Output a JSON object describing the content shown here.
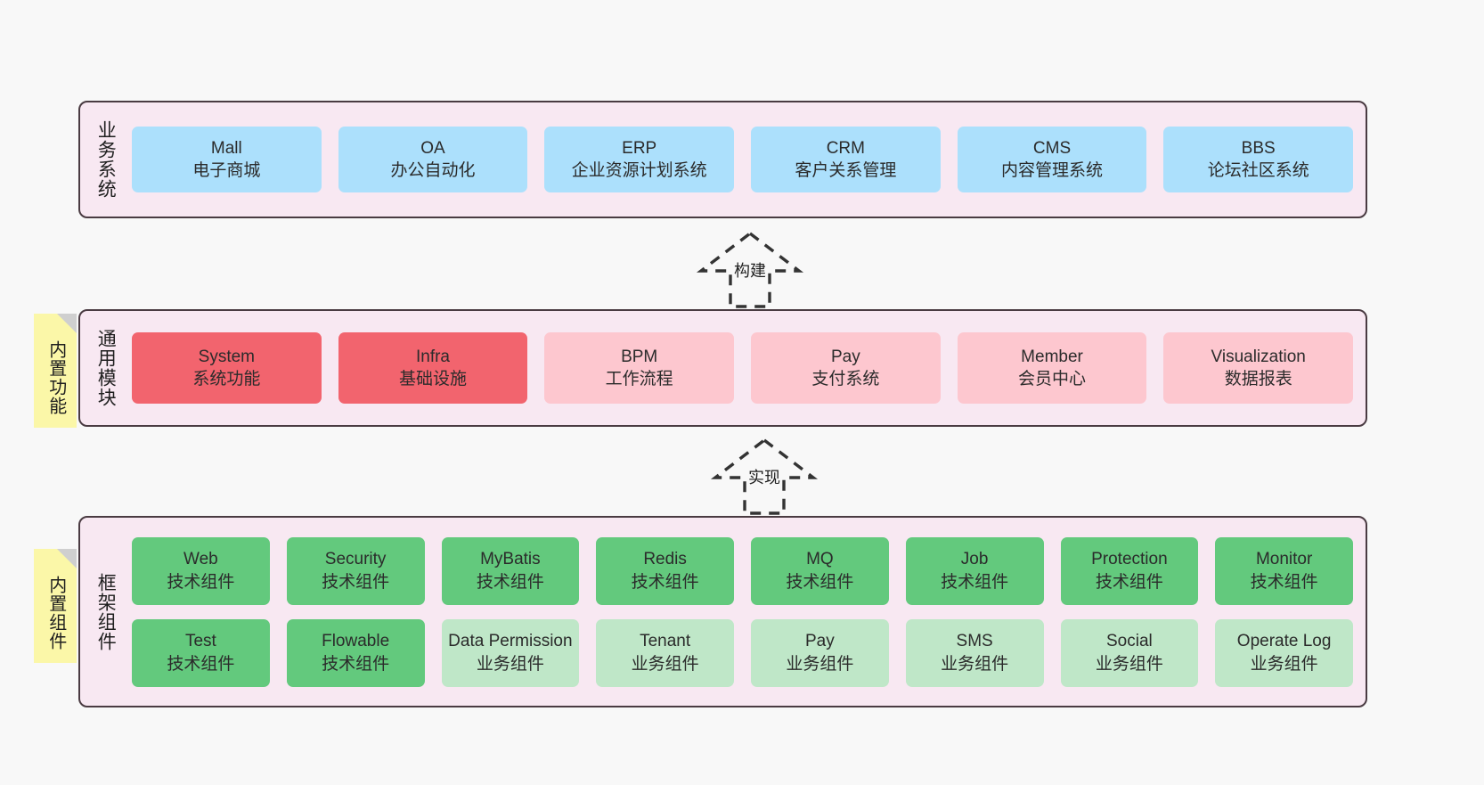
{
  "diagram": {
    "title": "ruoyi-vue-pro architecture layers",
    "background": "#f8f8f8",
    "colors": {
      "container_bg": "#f8e8f2",
      "container_border": "#4a3b42",
      "blue": "#ace0fc",
      "red": "#f2646e",
      "pink": "#fdc7cf",
      "green": "#63c97d",
      "green_light": "#bfe7c8",
      "sticky_yellow": "#fbf7a8",
      "sticky_fold": "#cfcfcf"
    }
  },
  "layers": {
    "business": {
      "title": "业务系统",
      "nodes": [
        {
          "en": "Mall",
          "cn": "电子商城"
        },
        {
          "en": "OA",
          "cn": "办公自动化"
        },
        {
          "en": "ERP",
          "cn": "企业资源计划系统"
        },
        {
          "en": "CRM",
          "cn": "客户关系管理"
        },
        {
          "en": "CMS",
          "cn": "内容管理系统"
        },
        {
          "en": "BBS",
          "cn": "论坛社区系统"
        }
      ]
    },
    "modules": {
      "title": "通用模块",
      "sticky": "内置功能",
      "nodes": [
        {
          "en": "System",
          "cn": "系统功能"
        },
        {
          "en": "Infra",
          "cn": "基础设施"
        },
        {
          "en": "BPM",
          "cn": "工作流程"
        },
        {
          "en": "Pay",
          "cn": "支付系统"
        },
        {
          "en": "Member",
          "cn": "会员中心"
        },
        {
          "en": "Visualization",
          "cn": "数据报表"
        }
      ]
    },
    "framework": {
      "title": "框架组件",
      "sticky": "内置组件",
      "row1": [
        {
          "en": "Web",
          "cn": "技术组件"
        },
        {
          "en": "Security",
          "cn": "技术组件"
        },
        {
          "en": "MyBatis",
          "cn": "技术组件"
        },
        {
          "en": "Redis",
          "cn": "技术组件"
        },
        {
          "en": "MQ",
          "cn": "技术组件"
        },
        {
          "en": "Job",
          "cn": "技术组件"
        },
        {
          "en": "Protection",
          "cn": "技术组件"
        },
        {
          "en": "Monitor",
          "cn": "技术组件"
        }
      ],
      "row2": [
        {
          "en": "Test",
          "cn": "技术组件"
        },
        {
          "en": "Flowable",
          "cn": "技术组件"
        },
        {
          "en": "Data Permission",
          "cn": "业务组件"
        },
        {
          "en": "Tenant",
          "cn": "业务组件"
        },
        {
          "en": "Pay",
          "cn": "业务组件"
        },
        {
          "en": "SMS",
          "cn": "业务组件"
        },
        {
          "en": "Social",
          "cn": "业务组件"
        },
        {
          "en": "Operate Log",
          "cn": "业务组件"
        }
      ]
    }
  },
  "connectors": [
    {
      "name": "build-arrow",
      "label": "构建",
      "style": "dashed-hollow-arrow-up"
    },
    {
      "name": "impl-arrow",
      "label": "实现",
      "style": "dashed-hollow-arrow-up"
    }
  ]
}
